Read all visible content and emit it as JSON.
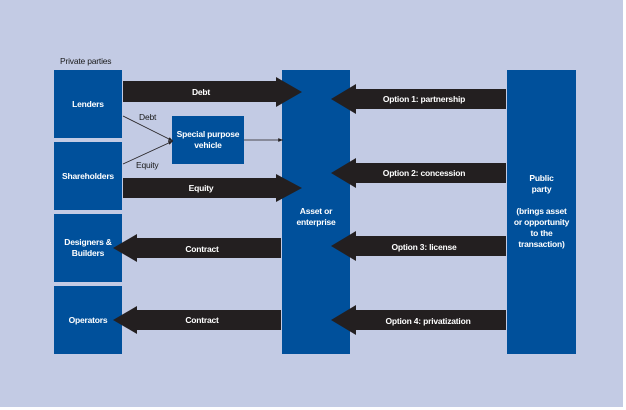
{
  "diagram": {
    "colors": {
      "background": "#c3cbe4",
      "box": "#00509b",
      "arrow": "#231f20",
      "box_text": "#ffffff",
      "label_text": "#1a1a1a"
    },
    "group_label": "Private parties",
    "private_parties": [
      {
        "id": "lenders",
        "lines": [
          "Lenders"
        ]
      },
      {
        "id": "shareholders",
        "lines": [
          "Shareholders"
        ]
      },
      {
        "id": "designers-builders",
        "lines": [
          "Designers &",
          "Builders"
        ]
      },
      {
        "id": "operators",
        "lines": [
          "Operators"
        ]
      }
    ],
    "spv": {
      "lines": [
        "Special purpose",
        "vehicle"
      ]
    },
    "asset": {
      "lines": [
        "Asset or",
        "enterprise"
      ]
    },
    "public_party": {
      "lines": [
        "Public",
        "party"
      ],
      "sub_lines": [
        "(brings asset",
        "or opportunity",
        "to the",
        "transaction)"
      ]
    },
    "left_arrows": [
      {
        "label": "Debt",
        "from": "Lenders",
        "to": "Asset or enterprise",
        "direction": "right"
      },
      {
        "label": "Equity",
        "from": "Shareholders",
        "to": "Asset or enterprise",
        "direction": "right"
      },
      {
        "label": "Contract",
        "from": "Asset or enterprise",
        "to": "Designers & Builders",
        "direction": "left"
      },
      {
        "label": "Contract",
        "from": "Asset or enterprise",
        "to": "Operators",
        "direction": "left"
      }
    ],
    "spv_links": [
      {
        "label": "Debt",
        "from": "Lenders",
        "to": "Special purpose vehicle"
      },
      {
        "label": "Equity",
        "from": "Shareholders",
        "to": "Special purpose vehicle"
      },
      {
        "label": "",
        "from": "Special purpose vehicle",
        "to": "Asset or enterprise"
      }
    ],
    "right_arrows": [
      {
        "label": "Option 1: partnership",
        "from": "Public party",
        "to": "Asset or enterprise",
        "direction": "left"
      },
      {
        "label": "Option 2: concession",
        "from": "Public party",
        "to": "Asset or enterprise",
        "direction": "left"
      },
      {
        "label": "Option 3: license",
        "from": "Public party",
        "to": "Asset or enterprise",
        "direction": "left"
      },
      {
        "label": "Option 4: privatization",
        "from": "Public party",
        "to": "Asset or enterprise",
        "direction": "left"
      }
    ]
  }
}
